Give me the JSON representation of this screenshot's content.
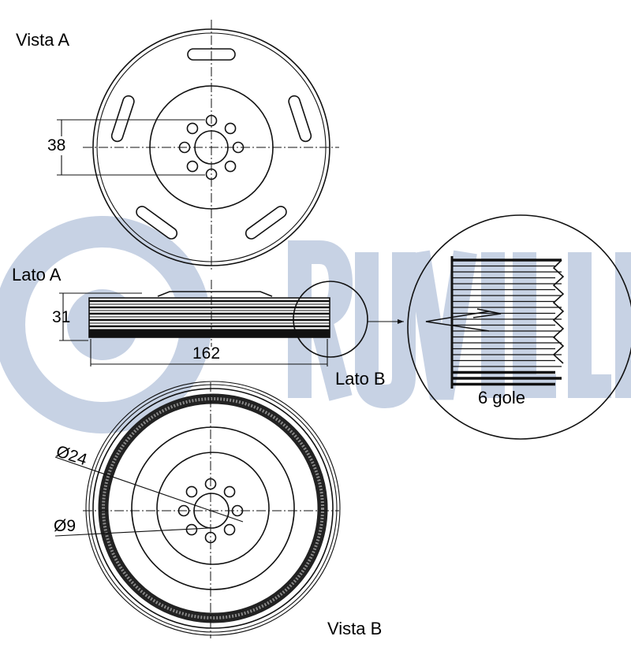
{
  "watermark": {
    "brand": "RUVILLE",
    "color": "#c7d2e4"
  },
  "labels": {
    "vista_a": "Vista A",
    "vista_b": "Vista B",
    "lato_a": "Lato A",
    "lato_b": "Lato B",
    "grooves": "6 gole"
  },
  "dimensions": {
    "bolt_circle": "38",
    "width": "31",
    "diameter": "162",
    "center_hole": "Ø24",
    "bolt_hole": "Ø9"
  },
  "specs": {
    "bolt_holes": 8,
    "slots": 5,
    "grooves": 6
  }
}
